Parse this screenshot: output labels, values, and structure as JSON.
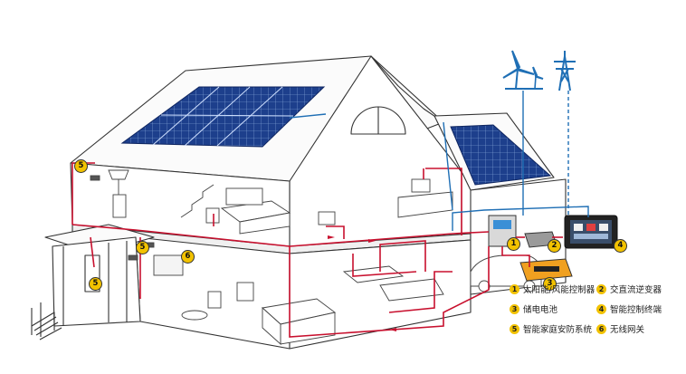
{
  "callouts": [
    {
      "number": "1"
    },
    {
      "number": "2"
    },
    {
      "number": "3"
    },
    {
      "number": "4"
    },
    {
      "number": "5"
    },
    {
      "number": "5"
    },
    {
      "number": "5"
    },
    {
      "number": "6"
    }
  ],
  "legend": [
    {
      "number": "1",
      "label": "太阳能/风能控制器"
    },
    {
      "number": "2",
      "label": "交直流逆变器"
    },
    {
      "number": "3",
      "label": "储电电池"
    },
    {
      "number": "4",
      "label": "智能控制终端"
    },
    {
      "number": "5",
      "label": "智能家庭安防系统"
    },
    {
      "number": "6",
      "label": "无线网关"
    }
  ],
  "icons": {
    "wind": "wind-turbine-icon",
    "tower": "power-tower-icon"
  },
  "colors": {
    "power_line": "#c8102e",
    "signal_line": "#1f6fb5",
    "solar_panel": "#1d3f8c",
    "badge": "#f2c200",
    "outline": "#333333"
  }
}
